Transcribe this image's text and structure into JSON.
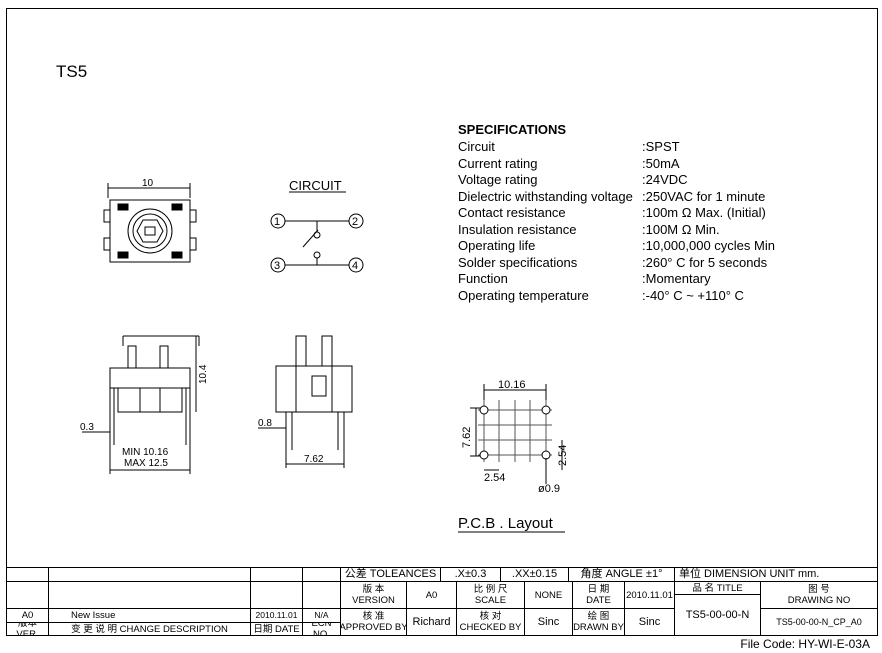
{
  "part_code": "TS5",
  "circuit_title": "CIRCUIT",
  "circuit_pins": [
    "1",
    "2",
    "3",
    "4"
  ],
  "specifications": {
    "title": "SPECIFICATIONS",
    "rows": [
      {
        "label": "Circuit",
        "value": ":SPST"
      },
      {
        "label": "Current rating",
        "value": ":50mA"
      },
      {
        "label": "Voltage rating",
        "value": ":24VDC"
      },
      {
        "label": "Dielectric withstanding voltage",
        "value": ":250VAC for 1 minute"
      },
      {
        "label": "Contact resistance",
        "value": ":100m Ω   Max. (Initial)"
      },
      {
        "label": "Insulation resistance",
        "value": ":100M Ω   Min."
      },
      {
        "label": "Operating life",
        "value": ":10,000,000 cycles Min"
      },
      {
        "label": "Solder specifications",
        "value": ":260° C for 5 seconds"
      },
      {
        "label": "Function",
        "value": ":Momentary"
      },
      {
        "label": "Operating temperature",
        "value": ":-40° C ~ +110° C"
      }
    ]
  },
  "dimensions": {
    "top_width": "10",
    "height": "10.4",
    "lead_thickness": "0.3",
    "min_length": "MIN 10.16",
    "max_length": "MAX 12.5",
    "side_lead": "0.8",
    "side_width": "7.62",
    "pcb_width": "10.16",
    "pcb_height": "7.62",
    "pcb_pitch_h": "2.54",
    "pcb_pitch_v": "2.54",
    "pcb_hole": "ø0.9"
  },
  "pcb_layout_title": "P.C.B . Layout",
  "title_block": {
    "tolerances": "公差 TOLEANCES",
    "tol_x": ".X±0.3",
    "tol_xx": ".XX±0.15",
    "tol_angle": "角度 ANGLE ±1°",
    "unit": "单位  DIMENSION UNIT      mm.",
    "version_label": "版 本\nVERSION",
    "version_value": "A0",
    "scale_label": "比 例 尺\nSCALE",
    "scale_value": "NONE",
    "date_label": "日 期\nDATE",
    "date_value": "2010.11.01",
    "title_label": "品 名   TITLE",
    "title_value": "TS5-00-00-N",
    "drawing_no_label": "图 号\nDRAWING NO",
    "drawing_no_value": "TS5-00-00-N_CP_A0",
    "approved_label": "核 准\nAPPROVED BY",
    "approved_value": "Richard",
    "checked_label": "核 对\nCHECKED BY",
    "checked_value": "Sinc",
    "drawn_label": "绘 图\nDRAWN BY",
    "drawn_value": "Sinc",
    "rev_version": "A0",
    "rev_description": "New Issue",
    "rev_date": "2010.11.01",
    "rev_ecn": "N/A",
    "hdr_version": "版本 VER.",
    "hdr_description": "变 更 说 明   CHANGE DESCRIPTION",
    "hdr_date": "日期 DATE",
    "hdr_ecn": "ECN NO."
  },
  "file_code": "File Code: HY-WI-E-03A"
}
